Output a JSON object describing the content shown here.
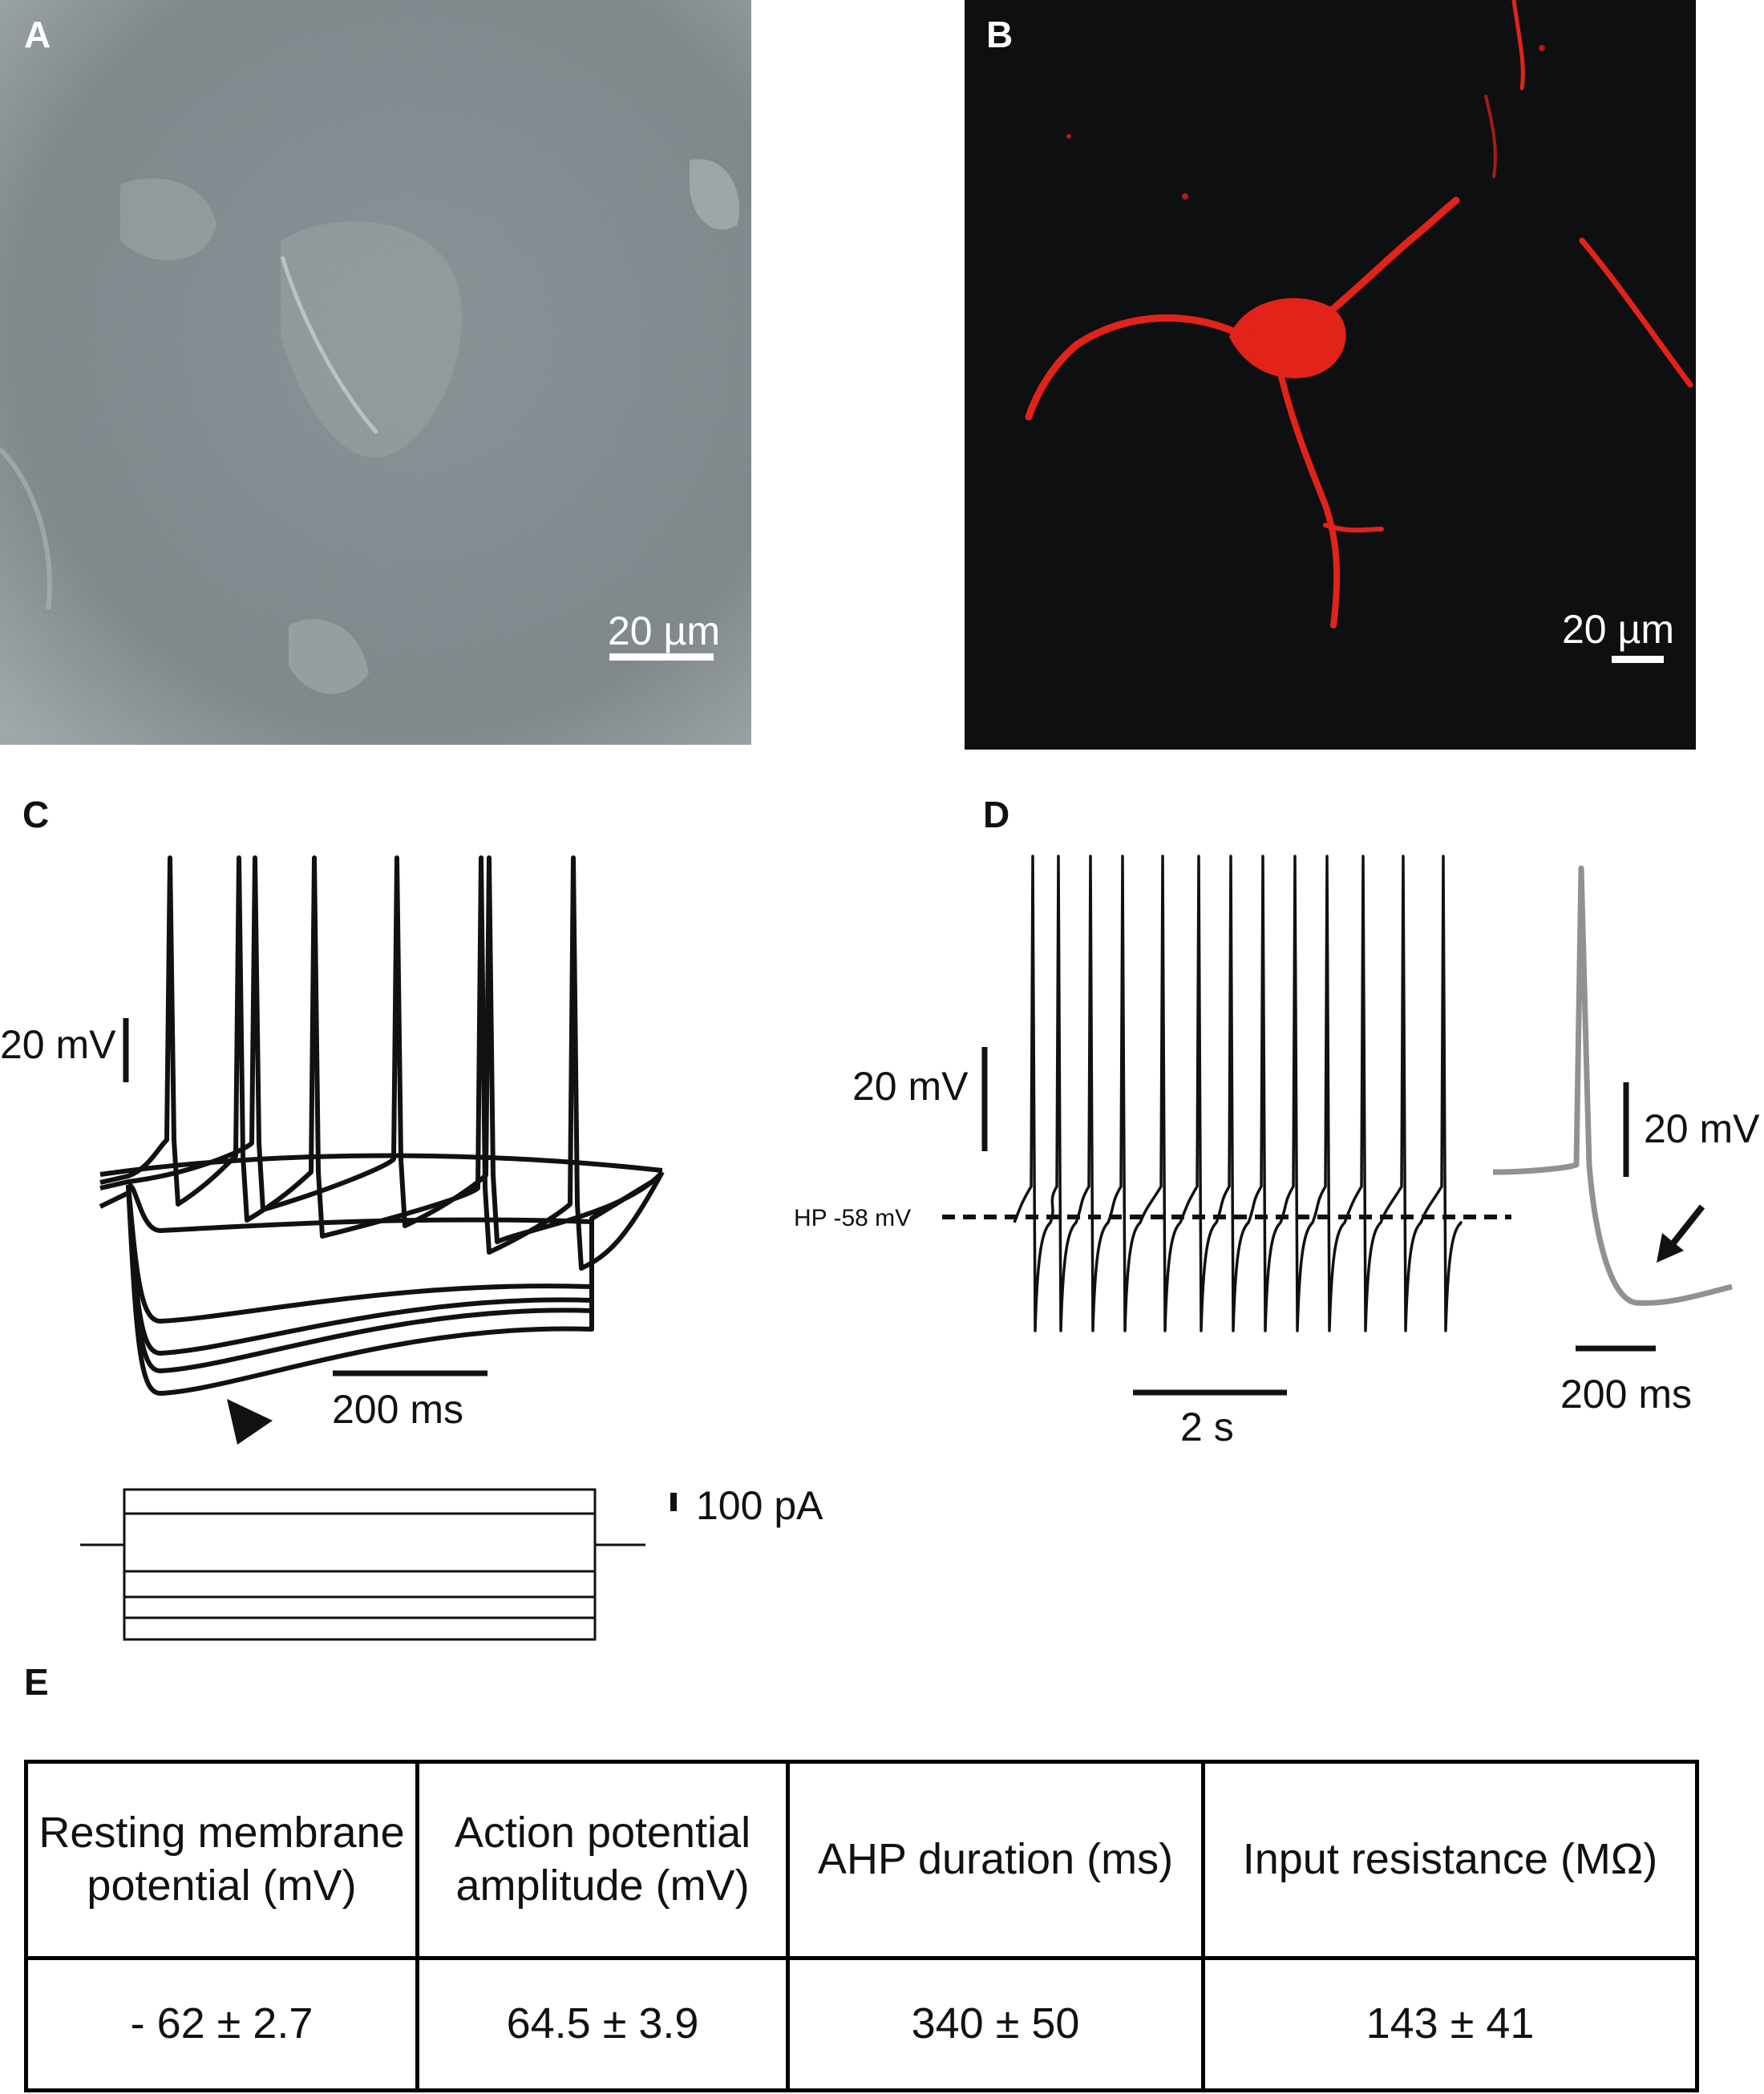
{
  "panels": {
    "a": {
      "letter": "A",
      "scale_bar": "20 µm"
    },
    "b": {
      "letter": "B",
      "scale_bar": "20 µm"
    },
    "c": {
      "letter": "C",
      "voltage_scale": "20 mV",
      "time_scale": "200 ms",
      "current_scale": "100 pA"
    },
    "d": {
      "letter": "D",
      "voltage_scale": "20 mV",
      "holding_potential": "HP -58 mV",
      "time_scale": "2 s",
      "inset_voltage_scale": "20 mV",
      "inset_time_scale": "200 ms"
    },
    "e": {
      "letter": "E"
    }
  },
  "colors": {
    "fluorescence": "#e2231a",
    "dic_gray": "#8e979b",
    "trace": "#111111",
    "inset_trace": "#8f9194"
  },
  "table": {
    "headers": [
      "Resting membrane potential (mV)",
      "Action potential amplitude (mV)",
      "AHP duration (ms)",
      "Input resistance (MΩ)"
    ],
    "values": [
      "- 62 ± 2.7",
      "64.5 ± 3.9",
      "340 ± 50",
      "143 ± 41"
    ]
  }
}
